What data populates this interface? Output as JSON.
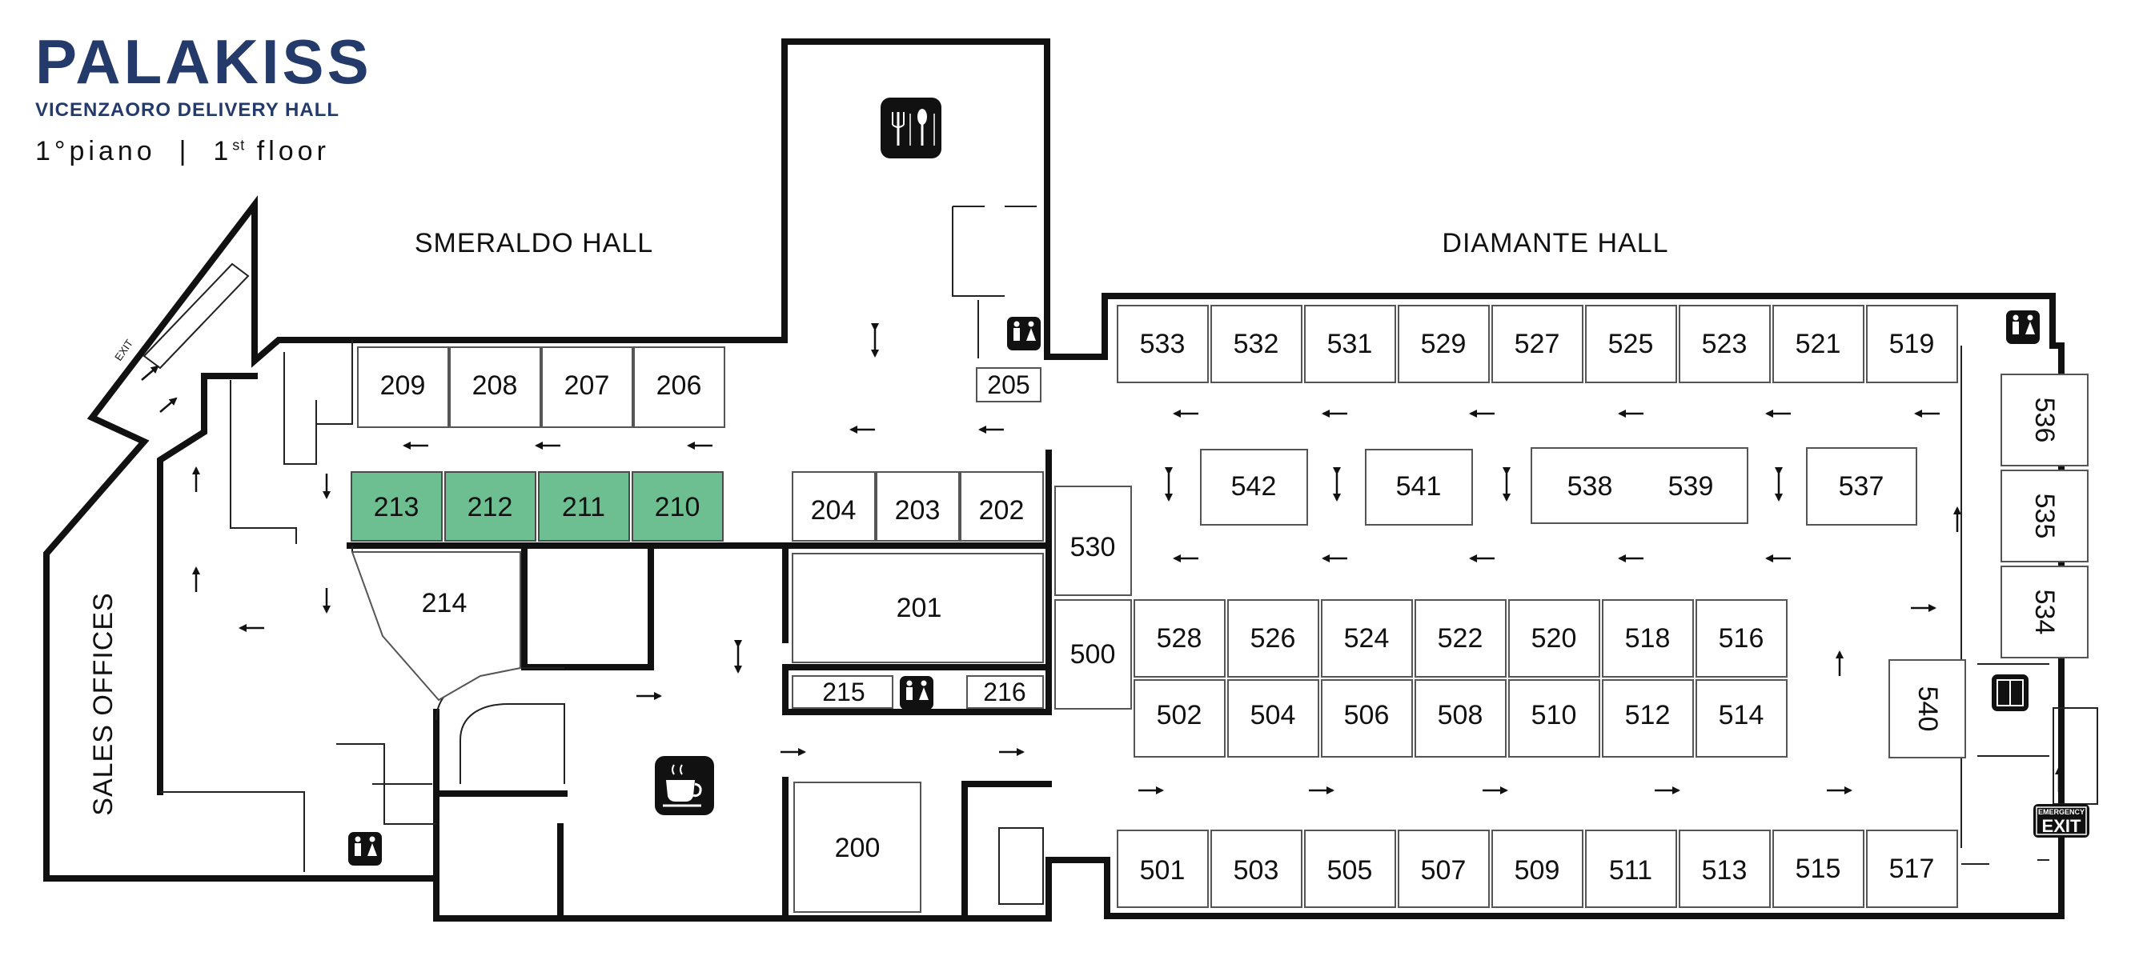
{
  "header": {
    "brand": "PALAKISS",
    "subtitle": "VICENZAORO DELIVERY HALL",
    "floor_it": "1°piano",
    "separator": "|",
    "floor_en_num": "1",
    "floor_en_sup": "st",
    "floor_en_word": "floor"
  },
  "halls": {
    "smeraldo": "SMERALDO HALL",
    "diamante": "DIAMANTE HALL",
    "sales": "SALES OFFICES"
  },
  "signs": {
    "exit_small": "EXIT",
    "emergency_line1": "EMERGENCY",
    "emergency_line2": "EXIT"
  },
  "colors": {
    "brand": "#233a6a",
    "highlight_booth": "#6dbf92",
    "wall": "#111111"
  },
  "icons": [
    "restaurant-icon",
    "cafe-icon",
    "restroom-icon",
    "elevator-icon",
    "emergency-exit-icon",
    "stairs-icon"
  ],
  "highlighted_booths": [
    "213",
    "212",
    "211",
    "210"
  ],
  "booths": {
    "b209": "209",
    "b208": "208",
    "b207": "207",
    "b206": "206",
    "b213": "213",
    "b212": "212",
    "b211": "211",
    "b210": "210",
    "b214": "214",
    "b205": "205",
    "b204": "204",
    "b203": "203",
    "b202": "202",
    "b201": "201",
    "b215": "215",
    "b216": "216",
    "b200": "200",
    "b533": "533",
    "b532": "532",
    "b531": "531",
    "b529": "529",
    "b527": "527",
    "b525": "525",
    "b523": "523",
    "b521": "521",
    "b519": "519",
    "b542": "542",
    "b541": "541",
    "b538": "538",
    "b539": "539",
    "b537": "537",
    "b530": "530",
    "b500": "500",
    "b528": "528",
    "b526": "526",
    "b524": "524",
    "b522": "522",
    "b520": "520",
    "b518": "518",
    "b516": "516",
    "b502": "502",
    "b504": "504",
    "b506": "506",
    "b508": "508",
    "b510": "510",
    "b512": "512",
    "b514": "514",
    "b536": "536",
    "b535": "535",
    "b534": "534",
    "b540": "540",
    "b501": "501",
    "b503": "503",
    "b505": "505",
    "b507": "507",
    "b509": "509",
    "b511": "511",
    "b513": "513",
    "b515": "515",
    "b517": "517"
  }
}
